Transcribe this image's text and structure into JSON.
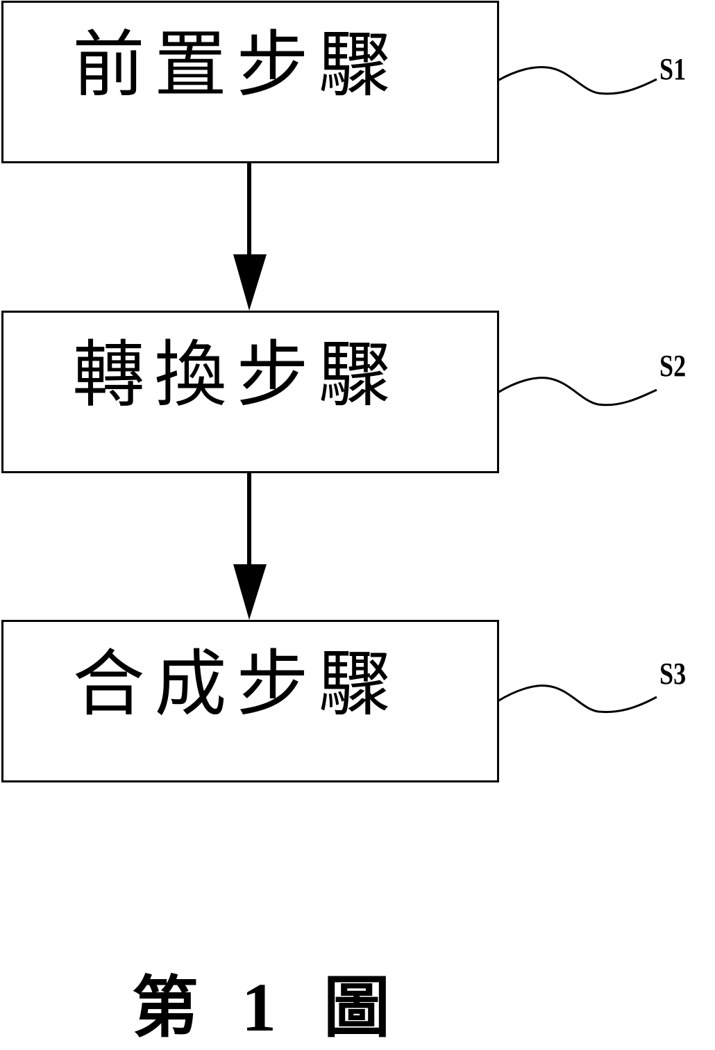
{
  "diagram": {
    "type": "flowchart",
    "direction": "top-to-bottom",
    "steps": [
      {
        "id": "S1",
        "label": "前置步驟",
        "ref": "S1"
      },
      {
        "id": "S2",
        "label": "轉換步驟",
        "ref": "S2"
      },
      {
        "id": "S3",
        "label": "合成步驟",
        "ref": "S3"
      }
    ],
    "edges": [
      {
        "from": "S1",
        "to": "S2"
      },
      {
        "from": "S2",
        "to": "S3"
      }
    ],
    "caption": {
      "prefix": "第",
      "number": "1",
      "suffix": "圖"
    },
    "colors": {
      "stroke": "#000000",
      "background": "#ffffff"
    }
  }
}
